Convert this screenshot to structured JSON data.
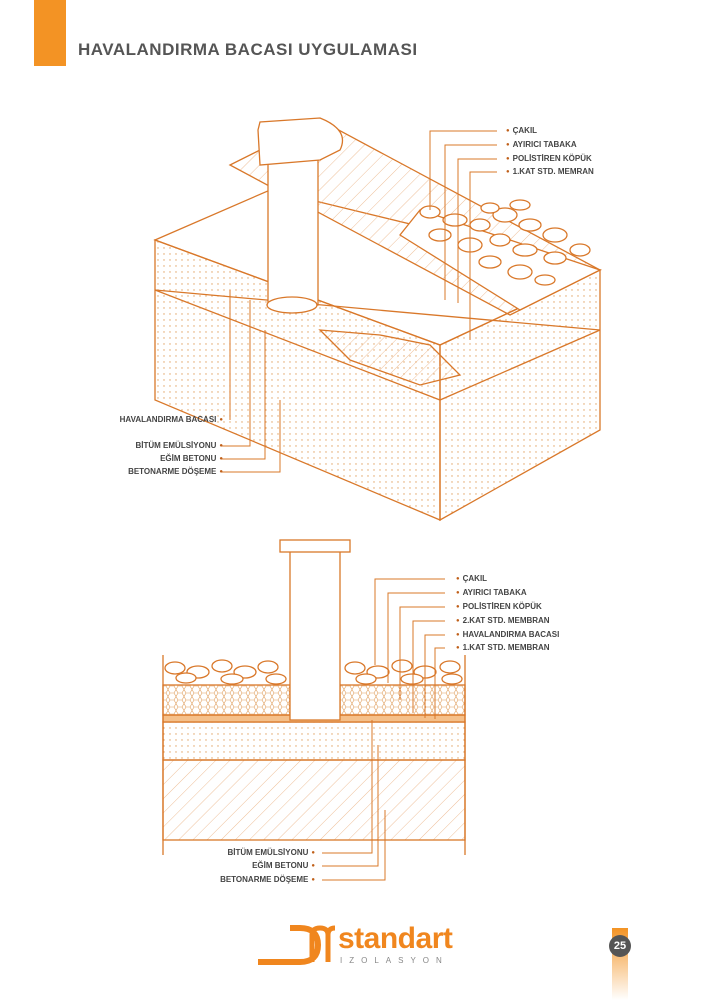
{
  "header": {
    "title": "HAVALANDIRMA BACASI UYGULAMASI"
  },
  "diagram_top": {
    "labels_right": [
      "ÇAKIL",
      "AYIRICI TABAKA",
      "POLİSTİREN KÖPÜK",
      "1.KAT STD. MEMRAN"
    ],
    "labels_left": [
      "HAVALANDIRMA BACASI",
      "BİTÜM EMÜLSİYONU",
      "EĞİM BETONU",
      "BETONARME DÖŞEME"
    ]
  },
  "diagram_bottom": {
    "labels_right": [
      "ÇAKIL",
      "AYIRICI TABAKA",
      "POLİSTİREN KÖPÜK",
      "2.KAT STD. MEMBRAN",
      "HAVALANDIRMA BACASI",
      "1.KAT STD. MEMBRAN"
    ],
    "labels_left": [
      "BİTÜM EMÜLSİYONU",
      "EĞİM BETONU",
      "BETONARME DÖŞEME"
    ]
  },
  "footer": {
    "brand": "standart",
    "brand_sub": "IZOLASYON",
    "page_number": "25"
  },
  "colors": {
    "accent": "#f39324",
    "line": "#d9782a"
  }
}
